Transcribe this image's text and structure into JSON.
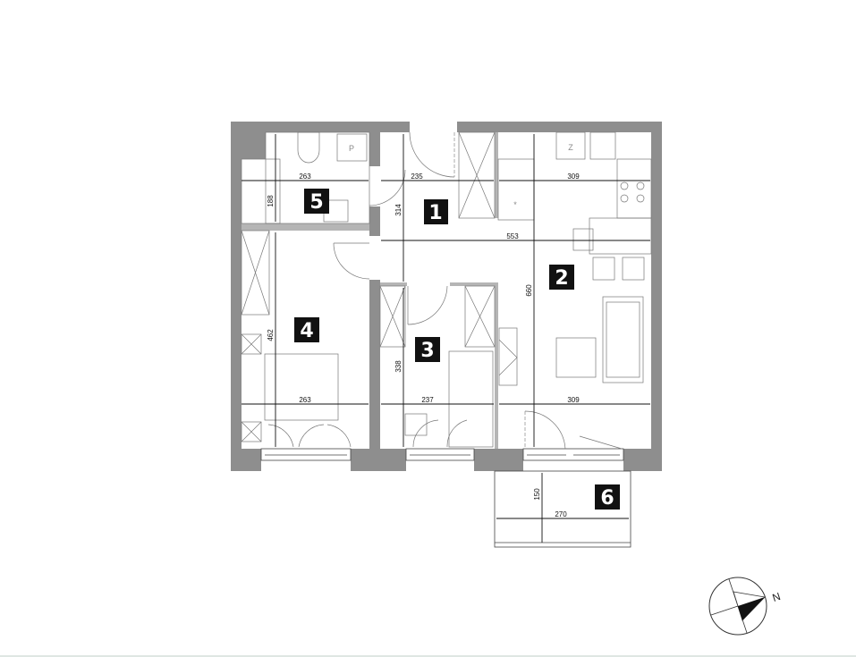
{
  "rooms": [
    {
      "number": "1"
    },
    {
      "number": "2"
    },
    {
      "number": "3"
    },
    {
      "number": "4"
    },
    {
      "number": "5"
    },
    {
      "number": "6"
    }
  ],
  "dimensions": {
    "bath_width": "263",
    "bath_depth": "188",
    "hall_width": "235",
    "hall_depth": "314",
    "kitchen_width": "309",
    "living_span": "553",
    "living_depth": "660",
    "bedroom4_depth": "462",
    "bedroom4_width": "263",
    "bedroom3_width": "237",
    "bedroom3_depth": "338",
    "living_width": "309",
    "balcony_depth": "150",
    "balcony_width": "270"
  },
  "fixtures": {
    "washer_label": "P",
    "fridge_label": "Z"
  },
  "compass": {
    "north_label": "N"
  },
  "colors": {
    "wall": "#8e8e8e",
    "label_bg": "#111111"
  }
}
